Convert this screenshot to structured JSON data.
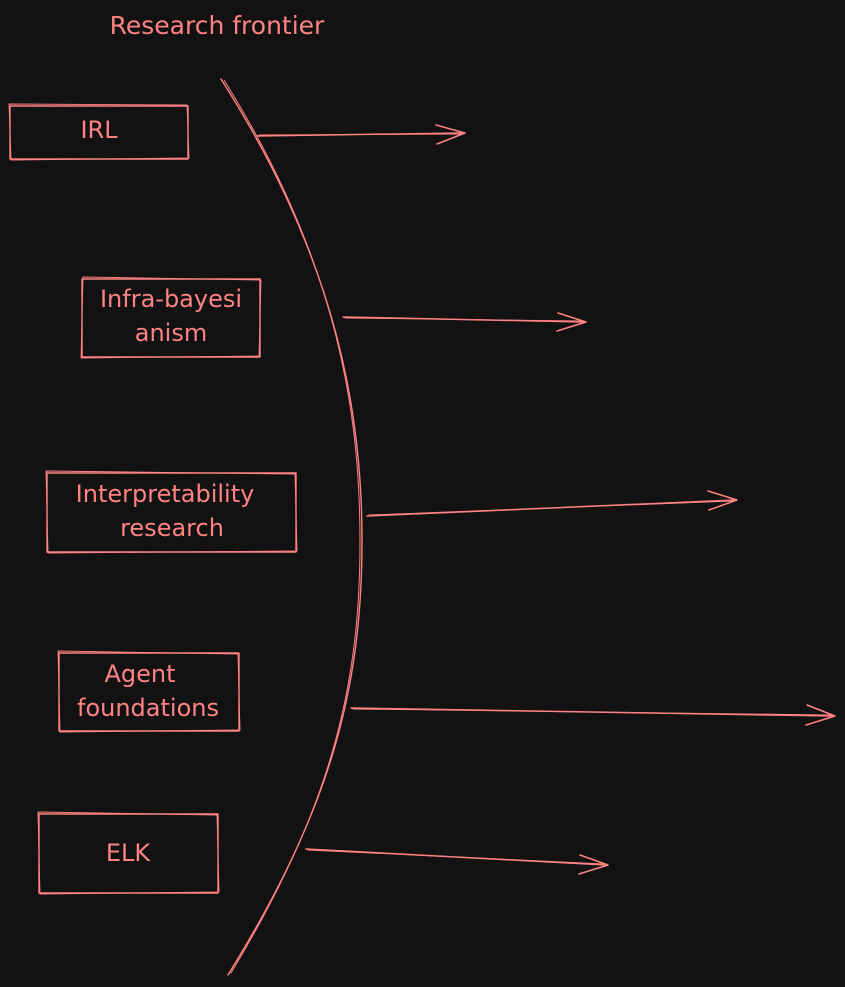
{
  "diagram": {
    "title": "Research frontier",
    "nodes": [
      {
        "id": "irl",
        "lines": [
          "IRL"
        ]
      },
      {
        "id": "infra-bayesianism",
        "lines": [
          "Infra-bayesi",
          "anism"
        ]
      },
      {
        "id": "interpretability-research",
        "lines": [
          "Interpretability",
          "research"
        ]
      },
      {
        "id": "agent-foundations",
        "lines": [
          "Agent",
          "foundations"
        ]
      },
      {
        "id": "elk",
        "lines": [
          "ELK"
        ]
      }
    ]
  },
  "colors": {
    "background": "#121212",
    "stroke": "#ff8383",
    "text": "#ff8383"
  }
}
